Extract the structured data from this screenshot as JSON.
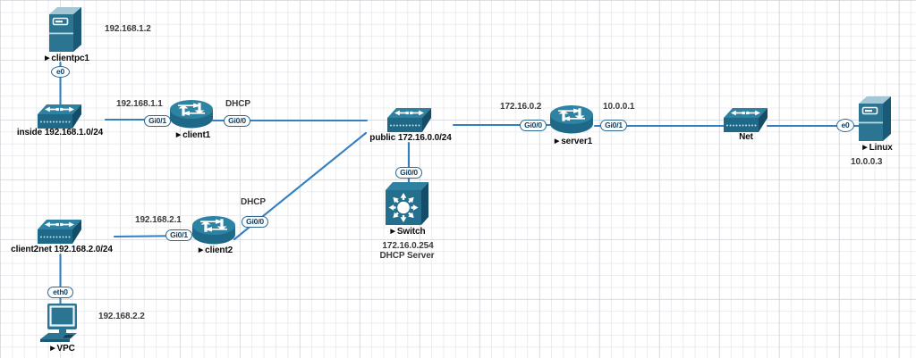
{
  "colors": {
    "device_teal": "#2b7593",
    "device_top": "#2e81a1",
    "device_side": "#154c67",
    "link_blue": "#337fc0",
    "pill_border": "#2f6a8e",
    "pill_text": "#14405f"
  },
  "nodes": {
    "clientpc1": {
      "marker": "▶",
      "label": "clientpc1"
    },
    "inside": {
      "marker": "",
      "label": "inside 192.168.1.0/24"
    },
    "client1": {
      "marker": "▶",
      "label": "client1"
    },
    "public": {
      "marker": "",
      "label": "public 172.16.0.0/24"
    },
    "switch": {
      "marker": "▶",
      "label": "Switch"
    },
    "server1": {
      "marker": "▶",
      "label": "server1"
    },
    "net": {
      "marker": "",
      "label": "Net"
    },
    "linux": {
      "marker": "▶",
      "label": "Linux"
    },
    "client2": {
      "marker": "▶",
      "label": "client2"
    },
    "client2net": {
      "marker": "",
      "label": "client2net 192.168.2.0/24"
    },
    "vpc": {
      "marker": "▶",
      "label": "VPC"
    }
  },
  "interfaces": {
    "pc1_e0": "e0",
    "c1_gi01": "Gi0/1",
    "c1_gi00": "Gi0/0",
    "pub_gi00": "Gi0/0",
    "s1_gi00": "Gi0/0",
    "s1_gi01": "Gi0/1",
    "linux_e0": "e0",
    "c2_gi01": "Gi0/1",
    "c2_gi00": "Gi0/0",
    "vpc_eth0": "eth0"
  },
  "notes": {
    "pc1_ip": "192.168.1.2",
    "c1_lan_ip": "192.168.1.1",
    "c1_dhcp": "DHCP",
    "s1_wan_ip": "172.16.0.2",
    "s1_lan_ip": "10.0.0.1",
    "linux_ip": "10.0.0.3",
    "c2_lan_ip": "192.168.2.1",
    "c2_dhcp": "DHCP",
    "vpc_ip": "192.168.2.2",
    "switch_ip": "172.16.0.254",
    "switch_role": "DHCP Server"
  }
}
